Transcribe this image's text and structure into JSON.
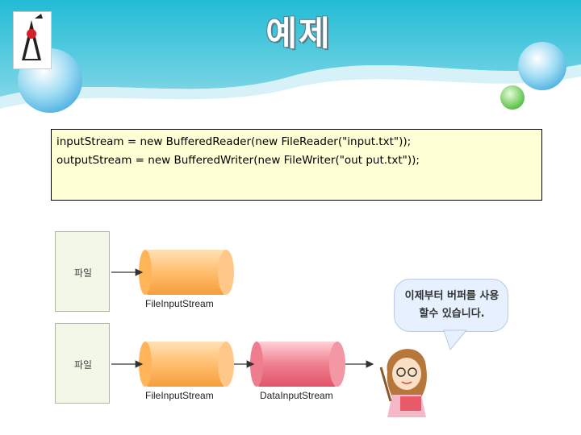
{
  "slide": {
    "title": "예제",
    "accent_color": "#3cc4da",
    "code_lines": [
      "inputStream = new BufferedReader(new FileReader(\"input.txt\"));",
      "outputStream = new BufferedWriter(new FileWriter(\"out put.txt\"));"
    ]
  },
  "diagram": {
    "top_row": {
      "doc_label": "파일",
      "stream_label": "FileInputStream",
      "stream_color": "#ffbe6e"
    },
    "bottom_row": {
      "doc_label": "파일",
      "stream_label": "FileInputStream",
      "second_stream_label": "DataInputStream",
      "stream_color": "#ffbe6e",
      "second_stream_color": "#f08090"
    }
  },
  "speech_bubble": {
    "text": "이제부터 버퍼를 사용할수 있습니다."
  },
  "icons": {
    "logo": "java-duke-icon",
    "teacher": "teacher-character-icon"
  }
}
